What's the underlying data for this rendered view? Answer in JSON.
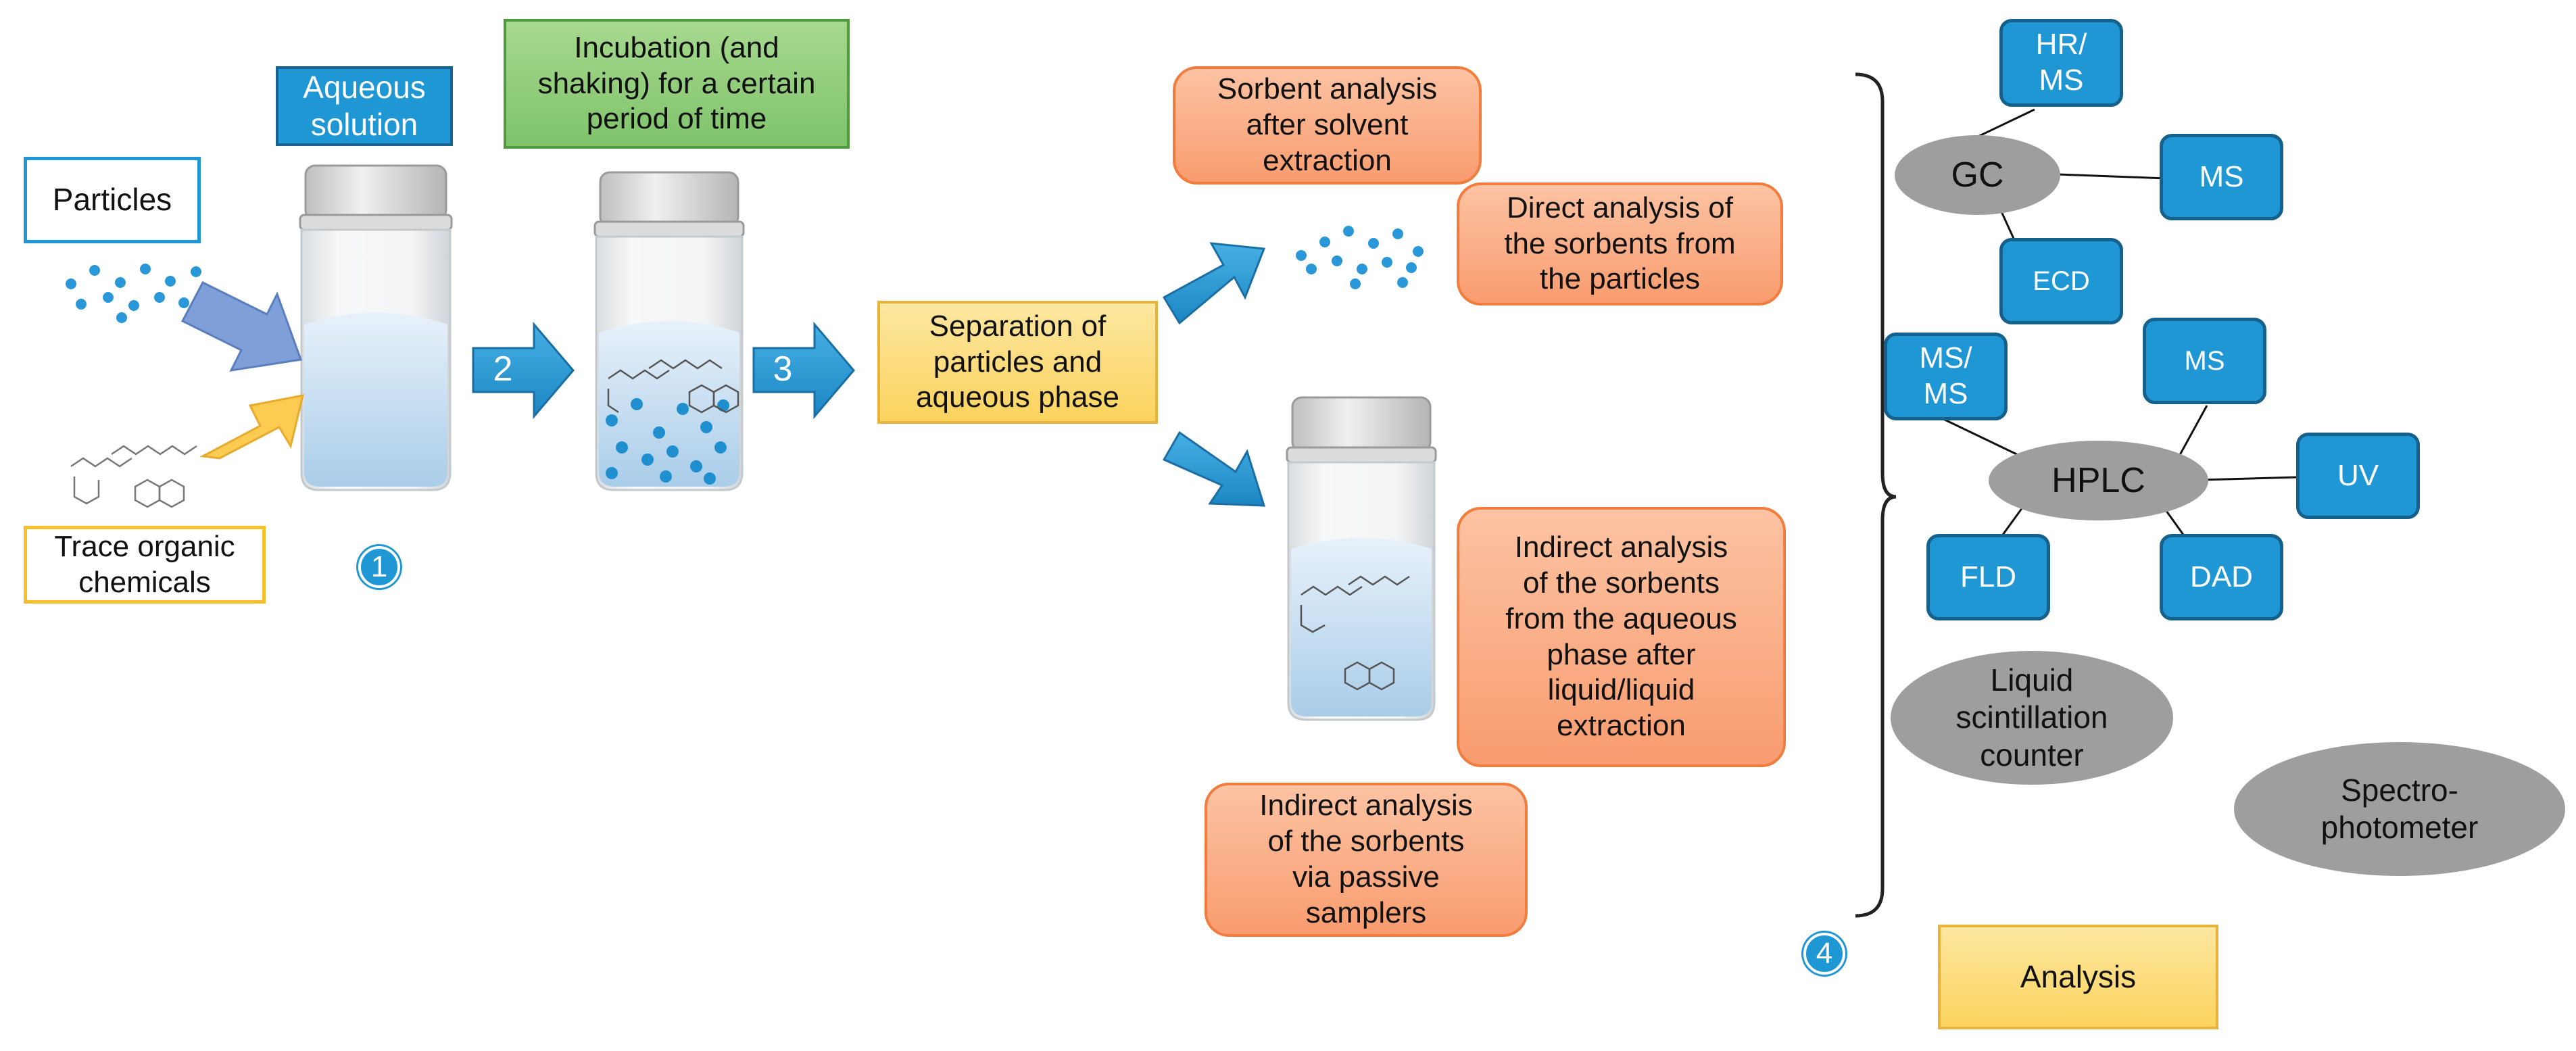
{
  "colors": {
    "blue": "#1f97d5",
    "green": "#8cc976",
    "yellow": "#fcd663",
    "salmon": "#fbb08c",
    "gray": "#a3a3a3"
  },
  "labels": {
    "particles": "Particles",
    "trace_chemicals": "Trace organic\nchemicals",
    "aqueous_solution": "Aqueous\nsolution",
    "incubation": "Incubation (and\nshaking) for a certain\nperiod of time",
    "separation": "Separation of\nparticles and\naqueous phase",
    "sorbent_after_extraction": "Sorbent analysis\nafter solvent\nextraction",
    "direct_analysis": "Direct analysis of\nthe sorbents from\nthe particles",
    "indirect_aqueous": "Indirect analysis\nof the sorbents\nfrom the aqueous\nphase after\nliquid/liquid\nextraction",
    "indirect_passive": "Indirect analysis\nof the sorbents\nvia passive\nsamplers",
    "analysis": "Analysis"
  },
  "steps": [
    "1",
    "2",
    "3",
    "4"
  ],
  "instruments": {
    "gc": "GC",
    "gc_hrms": "HR/\nMS",
    "gc_ms": "MS",
    "gc_ecd": "ECD",
    "hplc": "HPLC",
    "hplc_msms": "MS/\nMS",
    "hplc_ms": "MS",
    "hplc_uv": "UV",
    "hplc_fld": "FLD",
    "hplc_dad": "DAD",
    "lsc": "Liquid\nscintillation\ncounter",
    "spectro": "Spectro-\nphotometer"
  }
}
